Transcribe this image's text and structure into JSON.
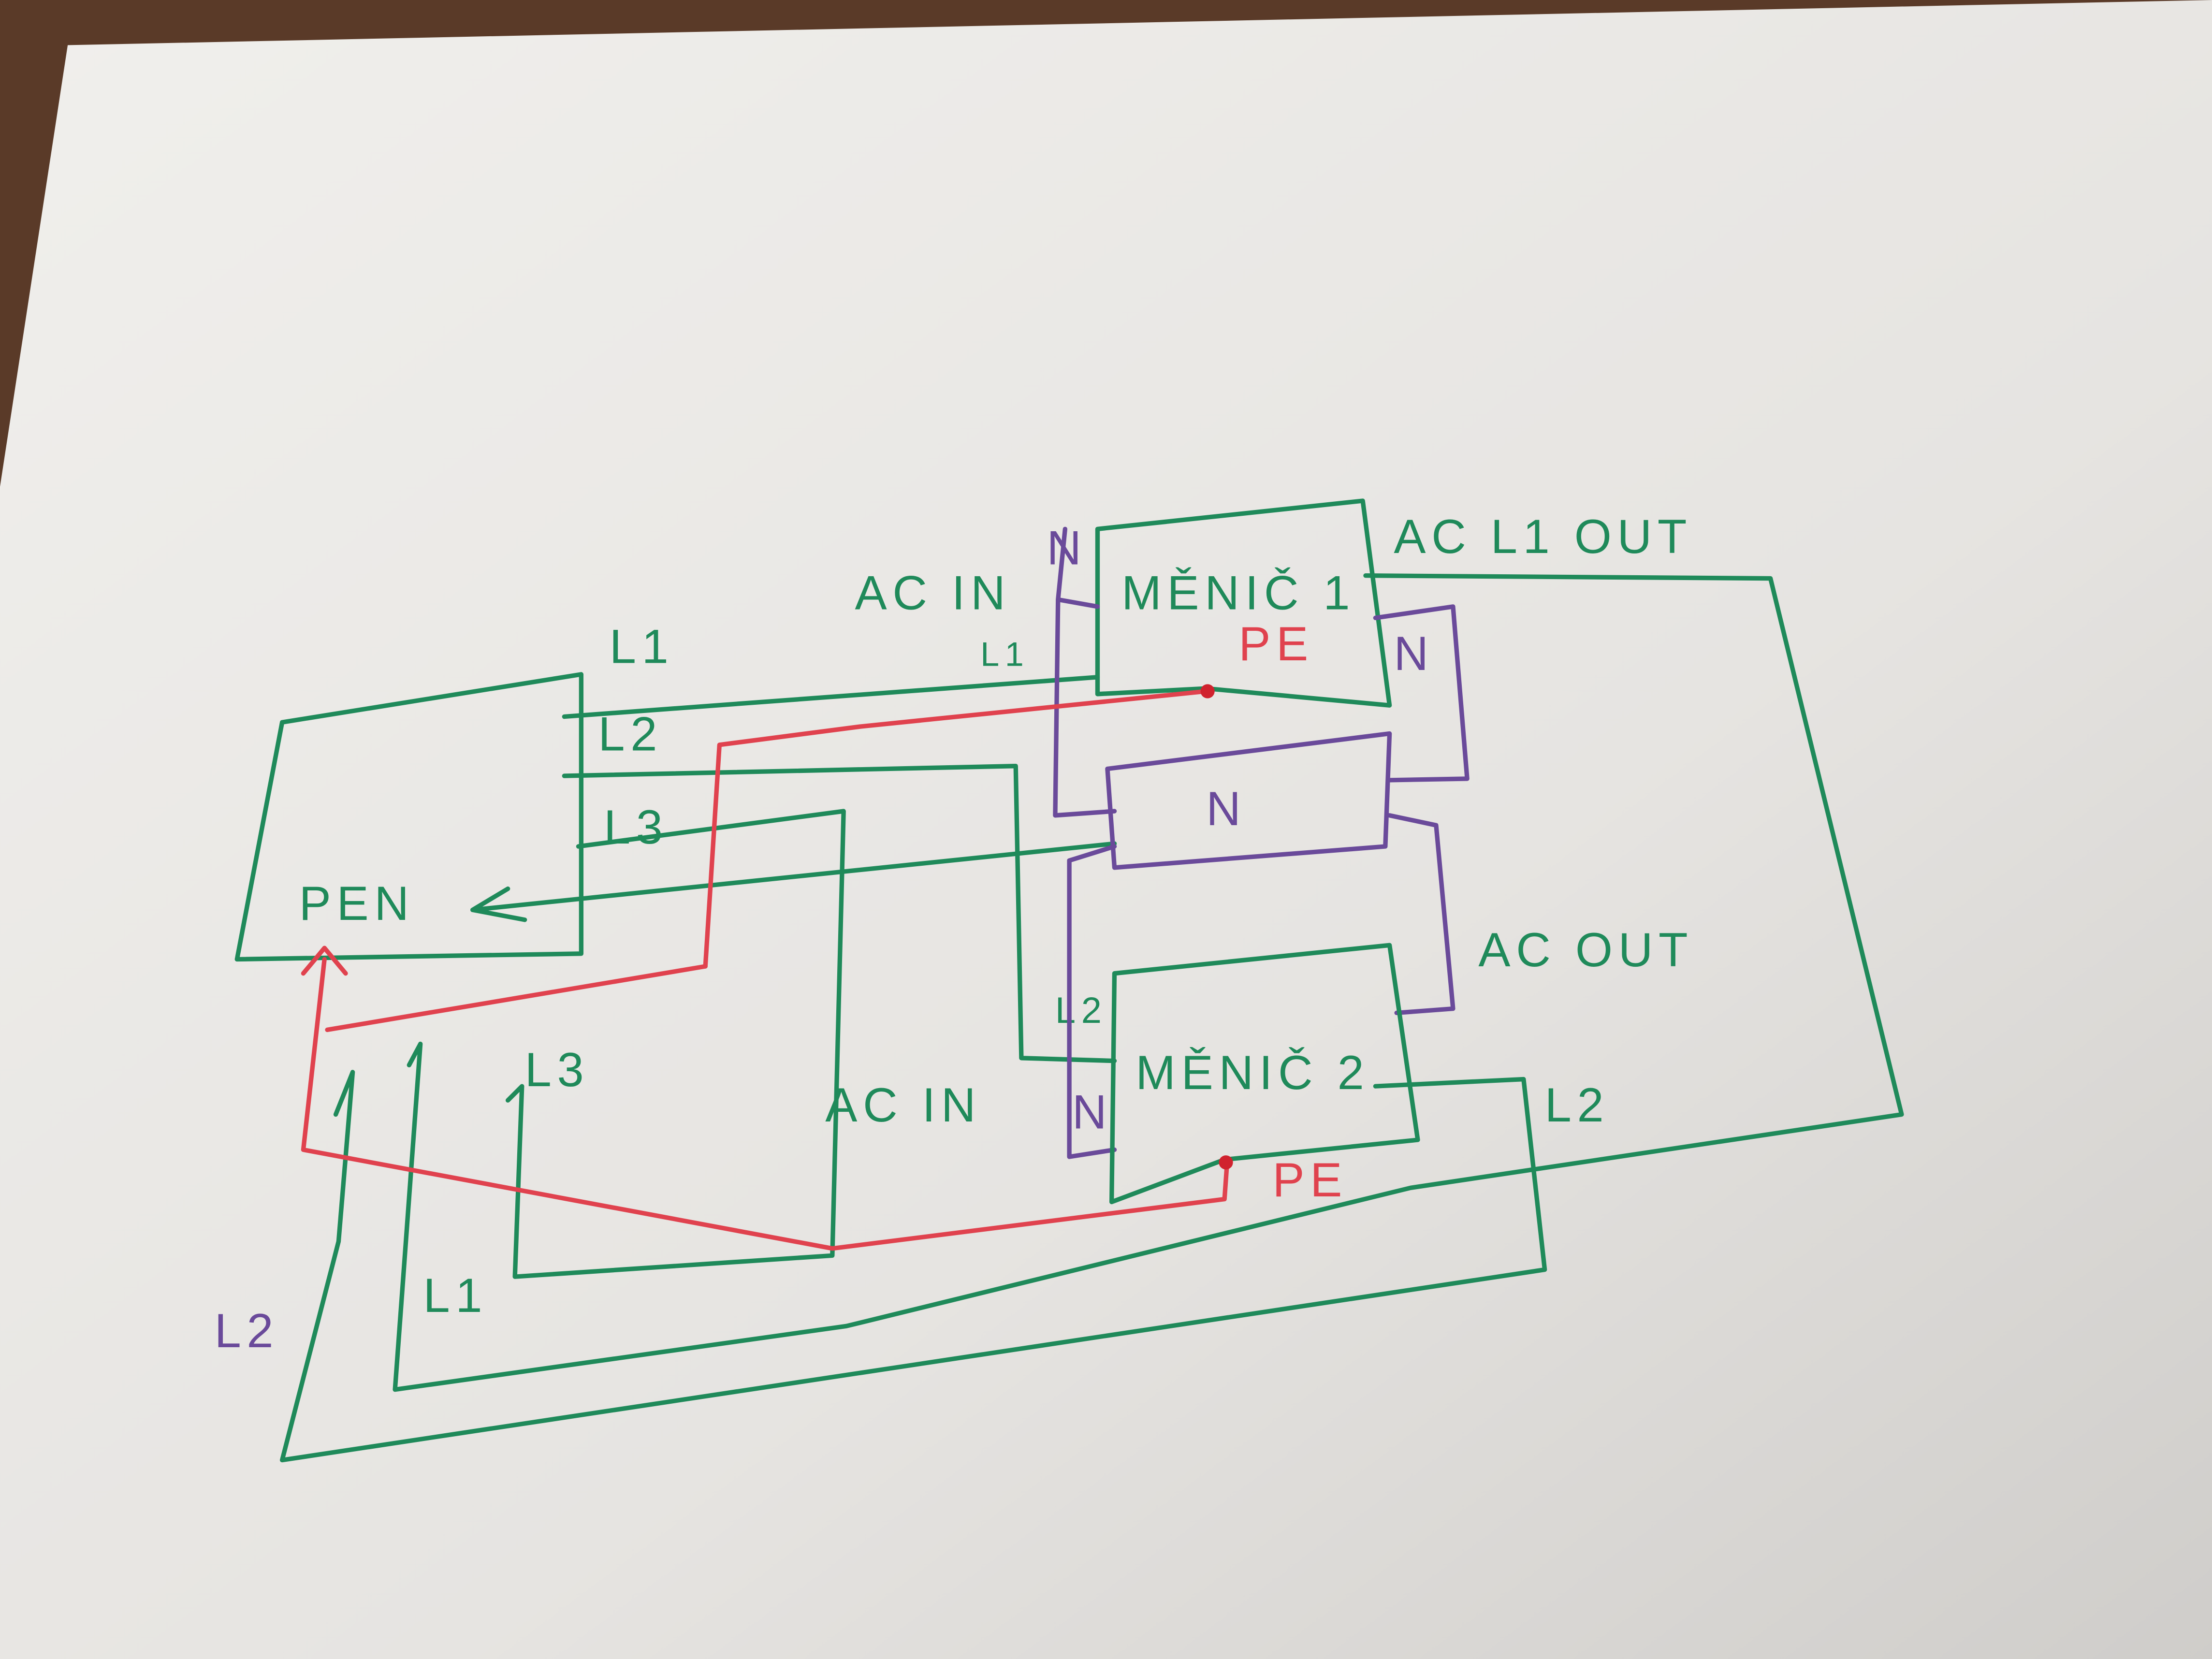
{
  "diagram": {
    "inverter_1": {
      "label": "MĚNIČ 1",
      "pe": "PE",
      "ac_in": "AC IN",
      "ac_out": "AC L1 OUT",
      "n_left": "N",
      "n_right": "N",
      "l1": "L1"
    },
    "inverter_2": {
      "label": "MĚNIČ 2",
      "pe": "PE",
      "ac_in": "AC IN",
      "ac_out": "AC OUT",
      "n_left": "N",
      "l2_in": "L2",
      "l2_out": "L2"
    },
    "neutral_bar": {
      "label": "N"
    },
    "pen_box": {
      "label": "PEN",
      "l1": "L1",
      "l2": "L2",
      "l3": "L3"
    },
    "bottom_labels": {
      "l1": "L1",
      "l2": "L2",
      "l3": "L3"
    },
    "colors": {
      "phase": "#1f8a5a",
      "neutral": "#6a4a9a",
      "earth": "#e0424e",
      "paper": "#ecebe8"
    }
  }
}
